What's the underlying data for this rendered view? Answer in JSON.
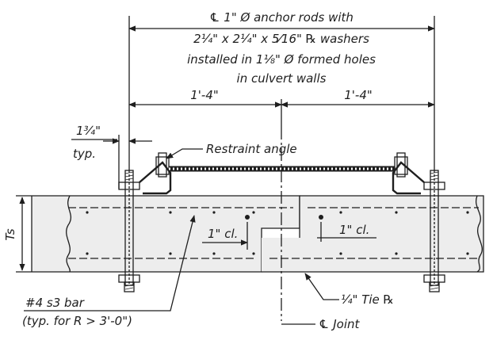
{
  "callouts": {
    "anchor_rods_line1": "℄ 1\" Ø anchor rods with",
    "anchor_rods_line2": "2¼\" x 2¼\" x 5⁄16\" ℞ washers",
    "anchor_rods_line3": "installed in 1⅛\" Ø formed holes",
    "anchor_rods_line4": "in culvert walls",
    "dim_left": "1'-4\"",
    "dim_right": "1'-4\"",
    "edge_dim": "1¾\"",
    "edge_dim_note": "typ.",
    "restraint_angle": "Restraint angle",
    "slab_thickness": "Ts",
    "clear_left": "1\" cl.",
    "clear_right": "1\" cl.",
    "tie_plate": "¼\" Tie ℞",
    "bar_mark": "#4 s3 bar",
    "bar_note": "(typ. for R > 3'-0\")",
    "joint": "℄ Joint"
  },
  "colors": {
    "ink": "#1e1e1e",
    "concrete_fill": "#ededed",
    "paper": "#ffffff"
  }
}
